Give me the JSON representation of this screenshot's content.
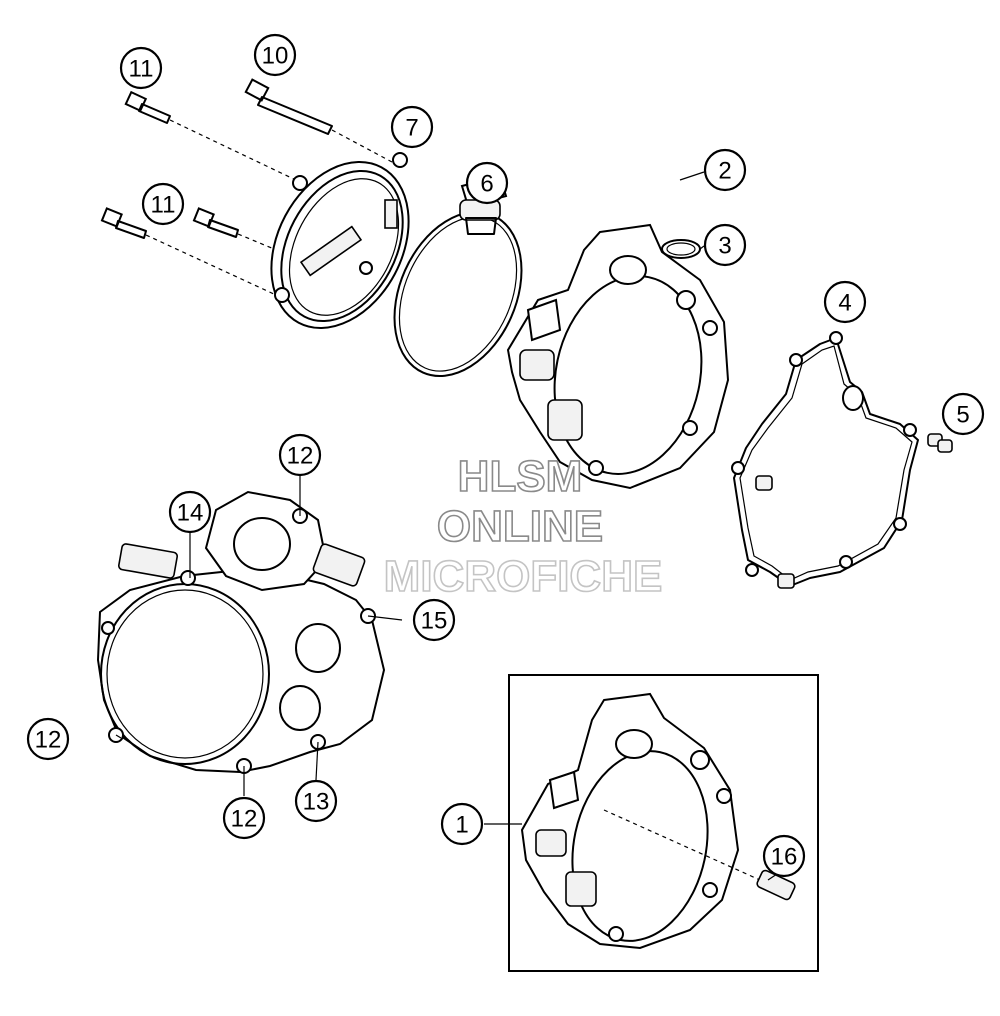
{
  "callouts": [
    "1",
    "2",
    "3",
    "4",
    "5",
    "6",
    "7",
    "10",
    "11",
    "11",
    "12",
    "12",
    "12",
    "13",
    "14",
    "15",
    "16"
  ],
  "watermark": {
    "line1": "HLSM",
    "line2": "ONLINE",
    "line3": "MICROFICHE"
  }
}
